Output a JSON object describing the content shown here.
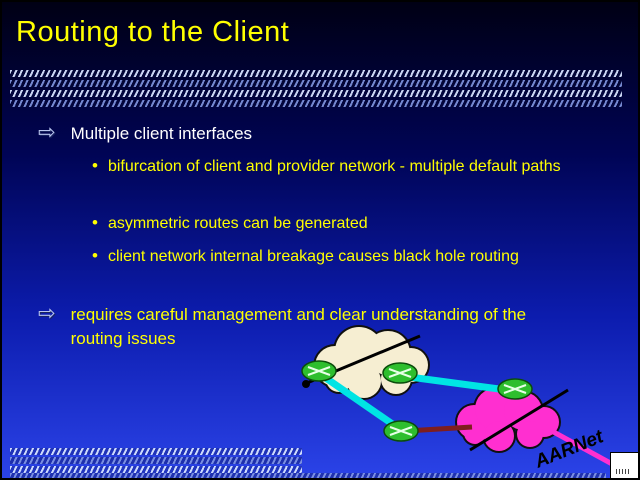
{
  "slide": {
    "title": "Routing to the Client",
    "markers": {
      "arrow": "⇨",
      "dot": "•"
    },
    "bullets": {
      "b1": "Multiple client interfaces",
      "b1s1": "bifurcation of client and provider network - multiple default paths",
      "b1s2": "asymmetric routes can be generated",
      "b1s3": "client network internal breakage causes black hole routing",
      "b2": "requires careful management and clear understanding of the routing issues"
    }
  },
  "diagram": {
    "brand": "AARNet",
    "colors": {
      "client_cloud": "#F6EED2",
      "provider_cloud": "#FF2FD0",
      "link": "#00E4E4",
      "router": "#2EBE2E"
    }
  },
  "colors": {
    "background_top": "#000014",
    "background_bottom": "#2B43E8",
    "title": "#FFFF00",
    "level1_text": "#FFFFFF",
    "sub_text": "#FFFF00"
  }
}
